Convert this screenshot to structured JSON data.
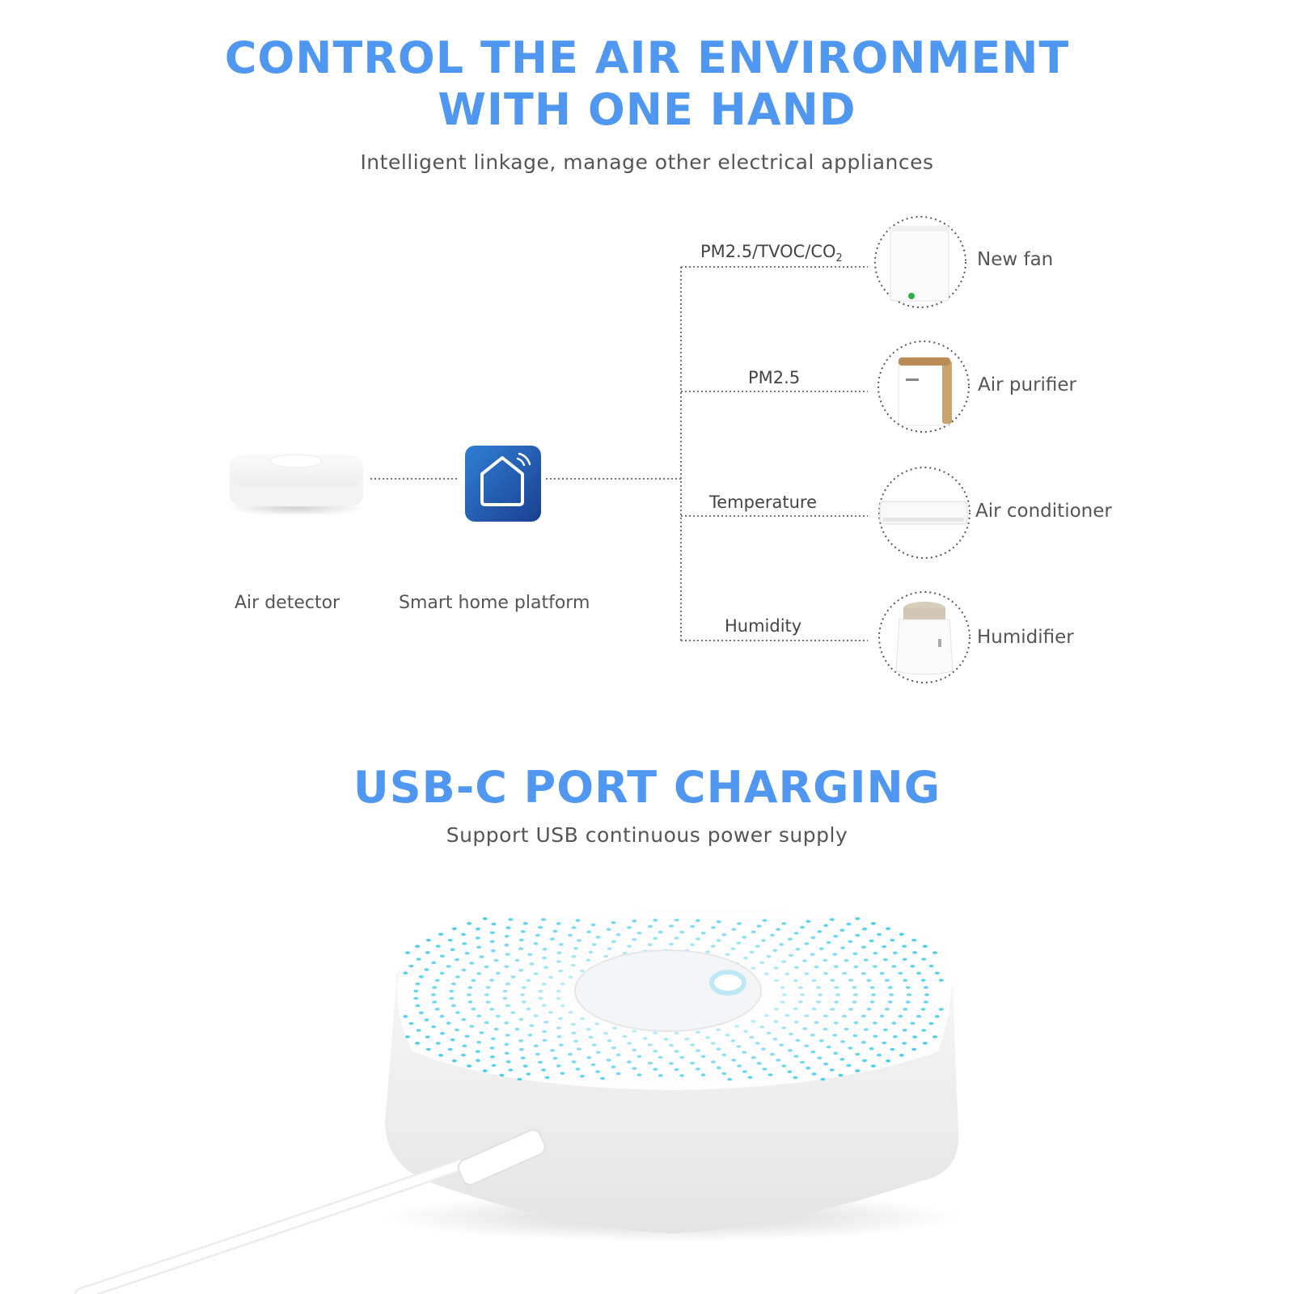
{
  "header": {
    "title_line1": "CONTROL THE AIR ENVIRONMENT",
    "title_line2": "WITH ONE HAND",
    "subtitle": "Intelligent linkage, manage other electrical appliances"
  },
  "flow": {
    "detector_label": "Air detector",
    "platform_label": "Smart home platform",
    "branches": [
      {
        "signal": "PM2.5/TVOC/CO",
        "signal_sub": "2",
        "appliance": "New fan"
      },
      {
        "signal": "PM2.5",
        "signal_sub": "",
        "appliance": "Air purifier"
      },
      {
        "signal": "Temperature",
        "signal_sub": "",
        "appliance": "Air conditioner"
      },
      {
        "signal": "Humidity",
        "signal_sub": "",
        "appliance": "Humidifier"
      }
    ]
  },
  "usb": {
    "title": "USB-C PORT CHARGING",
    "subtitle": "Support USB continuous power supply"
  },
  "colors": {
    "accent": "#4f97f0",
    "platform_icon_top": "#2f7fd6",
    "platform_icon_bottom": "#1b3f8f",
    "led": "#39c9e8"
  }
}
